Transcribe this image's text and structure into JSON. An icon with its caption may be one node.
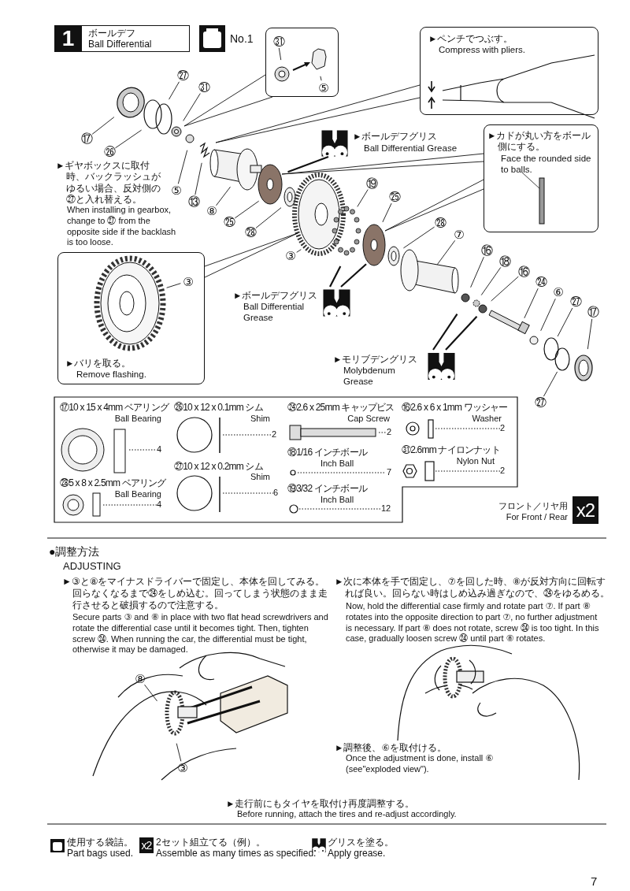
{
  "diagram": {
    "nodes": [
      {
        "text": [
          "1",
          "ボールデフ",
          "Ball Differential"
        ]
      },
      {
        "text": [],
        "shape": "box"
      },
      {
        "text": [
          "㉛"
        ],
        "in": 1
      },
      {
        "text": [
          "⑤"
        ],
        "in": 1
      },
      {
        "text": [
          "►ペンチでつぶす。",
          "Compress with pliers."
        ]
      },
      {
        "text": [
          "►カドが丸い方をボール側にする。",
          "Face the rounded side to balls."
        ]
      },
      {
        "text": [
          "►バリを取る。",
          "Remove flashing."
        ]
      },
      {
        "text": [
          "③"
        ],
        "in": 6
      },
      {
        "text": [],
        "shape": "picture",
        "beside": [
          "►ボールデフグリス",
          "Ball Differential Grease"
        ]
      },
      {
        "text": [],
        "shape": "picture",
        "beside": [
          "►ボールデフグリス",
          "Ball Differential Grease"
        ]
      },
      {
        "text": [],
        "shape": "picture",
        "beside": [
          "►モリブデングリス",
          "Molybdenum Grease"
        ]
      },
      {
        "text": [
          "㉗"
        ]
      },
      {
        "text": [
          "㉛"
        ]
      },
      {
        "text": [
          "⑰"
        ]
      },
      {
        "text": [
          "㉖"
        ]
      },
      {
        "text": [
          "⑤"
        ]
      },
      {
        "text": [
          "⑬"
        ]
      },
      {
        "text": [
          "⑧"
        ]
      },
      {
        "text": [
          "㉕"
        ]
      },
      {
        "text": [
          "㉘"
        ]
      },
      {
        "text": [
          "⑲"
        ]
      },
      {
        "text": [
          "㉕"
        ]
      },
      {
        "text": [
          "㉘"
        ]
      },
      {
        "text": [
          "⑦"
        ]
      },
      {
        "text": [
          "③"
        ]
      },
      {
        "text": [
          "⑯"
        ]
      },
      {
        "text": [
          "⑱"
        ]
      },
      {
        "text": [
          "⑯"
        ]
      },
      {
        "text": [
          "㉔"
        ]
      },
      {
        "text": [
          "⑥"
        ]
      },
      {
        "text": [
          "㉗"
        ]
      },
      {
        "text": [
          "⑰"
        ]
      },
      {
        "text": [
          "㉗"
        ]
      },
      {
        "text": [
          "⑧"
        ]
      },
      {
        "text": [
          "③"
        ]
      }
    ],
    "edges": [
      {
        "from": 2,
        "to": null,
        "arrow": "none"
      },
      {
        "from": 3,
        "to": null,
        "arrow": "none"
      },
      {
        "from": 1,
        "to": null,
        "arrow": "none"
      },
      {
        "from": 4,
        "to": null,
        "arrow": "none"
      },
      {
        "from": 5,
        "to": null,
        "arrow": "none"
      },
      {
        "from": 5,
        "to": null,
        "arrow": "none"
      },
      {
        "from": 6,
        "to": null,
        "arrow": "none"
      },
      {
        "from": 7,
        "to": null,
        "arrow": "none"
      },
      {
        "from": 8,
        "to": null,
        "arrow": "none"
      },
      {
        "from": 9,
        "to": null,
        "arrow": "none"
      },
      {
        "from": 9,
        "to": null,
        "arrow": "none"
      },
      {
        "from": 10,
        "to": null,
        "arrow": "none"
      },
      {
        "from": 10,
        "to": null,
        "arrow": "none"
      },
      {
        "from": 11,
        "to": null,
        "arrow": "none"
      },
      {
        "from": 12,
        "to": null,
        "arrow": "none"
      },
      {
        "from": 13,
        "to": null,
        "arrow": "none"
      },
      {
        "from": 14,
        "to": null,
        "arrow": "none"
      },
      {
        "from": 15,
        "to": null,
        "arrow": "none"
      },
      {
        "from": 16,
        "to": null,
        "arrow": "none"
      },
      {
        "from": 17,
        "to": null,
        "arrow": "none"
      },
      {
        "from": 18,
        "to": null,
        "arrow": "none"
      },
      {
        "from": 19,
        "to": null,
        "arrow": "none"
      },
      {
        "from": 20,
        "to": null,
        "arrow": "none"
      },
      {
        "from": 21,
        "to": null,
        "arrow": "none"
      },
      {
        "from": 22,
        "to": null,
        "arrow": "none"
      },
      {
        "from": 23,
        "to": null,
        "arrow": "none"
      },
      {
        "from": 24,
        "to": null,
        "arrow": "none"
      },
      {
        "from": 25,
        "to": null,
        "arrow": "none"
      },
      {
        "from": 26,
        "to": null,
        "arrow": "none"
      },
      {
        "from": 27,
        "to": null,
        "arrow": "none"
      },
      {
        "from": 28,
        "to": null,
        "arrow": "none"
      },
      {
        "from": 29,
        "to": null,
        "arrow": "none"
      },
      {
        "from": 30,
        "to": null,
        "arrow": "none"
      },
      {
        "from": 31,
        "to": null,
        "arrow": "none"
      },
      {
        "from": 32,
        "to": null,
        "arrow": "none"
      },
      {
        "from": 33,
        "to": null,
        "arrow": "none"
      },
      {
        "from": 34,
        "to": null,
        "arrow": "none"
      }
    ],
    "labels": [
      "No.1",
      "►ギヤボックスに取付時、バックラッシュがゆるい場合、反対側の㉗と入れ替える。",
      "When installing in gearbox, change to ㉗ from the opposite side if the backlash is too loose.",
      "⑰10 x 15 x 4mm ベアリング",
      "Ball Bearing",
      "㉖10 x 12 x 0.1mm シム",
      "Shim",
      "㉔2.6 x 25mm キャップビス",
      "Cap Screw",
      "2",
      "⑯2.6 x 6 x 1mm ワッシャー",
      "Washer",
      "2",
      "2",
      "4",
      "⑱1/16 インチボール",
      "Inch Ball",
      "㉛2.6mm ナイロンナット",
      "Nylon Nut",
      "2",
      "㉗10 x 12 x 0.2mm シム",
      "Shim",
      "7",
      "㉘5 x 8 x 2.5mm ベアリング",
      "Ball Bearing",
      "6",
      "4",
      "⑲3/32 インチボール",
      "Inch Ball",
      "12",
      "フロント／リヤ用",
      "For Front / Rear",
      "x2",
      "●調整方法",
      "ADJUSTING",
      "►③と⑧をマイナスドライバーで固定し、本体を回してみる。回らなくなるまで㉔をしめ込む。回ってしまう状態のまま走行させると破損するので注意する。",
      "Secure parts ③ and ⑧ in place with two flat head screwdrivers and rotate the differential case until it becomes tight. Then, tighten screw ㉔. When running the car, the differential must be tight, otherwise it may be damaged.",
      "►次に本体を手で固定し、⑦を回した時、⑧が反対方向に回転すれば良い。回らない時はしめ込み過ぎなので、㉔をゆるめる。",
      "Now, hold the differential case firmly and rotate part ⑦. If part ⑧ rotates into the opposite direction to part ⑦, no further adjustment is necessary. If part ⑧ does not rotate, screw ㉔ is too tight. In this case, gradually loosen screw ㉔ until part ⑧ rotates.",
      "►調整後、⑥を取付ける。",
      "Once the adjustment is done, install ⑥ (see\"exploded view\").",
      "►走行前にもタイヤを取付け再度調整する。",
      "Before running, attach the tires and re-adjust accordingly.",
      "x2",
      "7"
    ],
    "legend": [
      {
        "text": "使用する袋詰。 Part bags used."
      },
      {
        "text": "2セット組立てる（例）。 Assemble as many times as specified."
      },
      {
        "text": "グリスを塗る。 Apply grease."
      }
    ]
  }
}
